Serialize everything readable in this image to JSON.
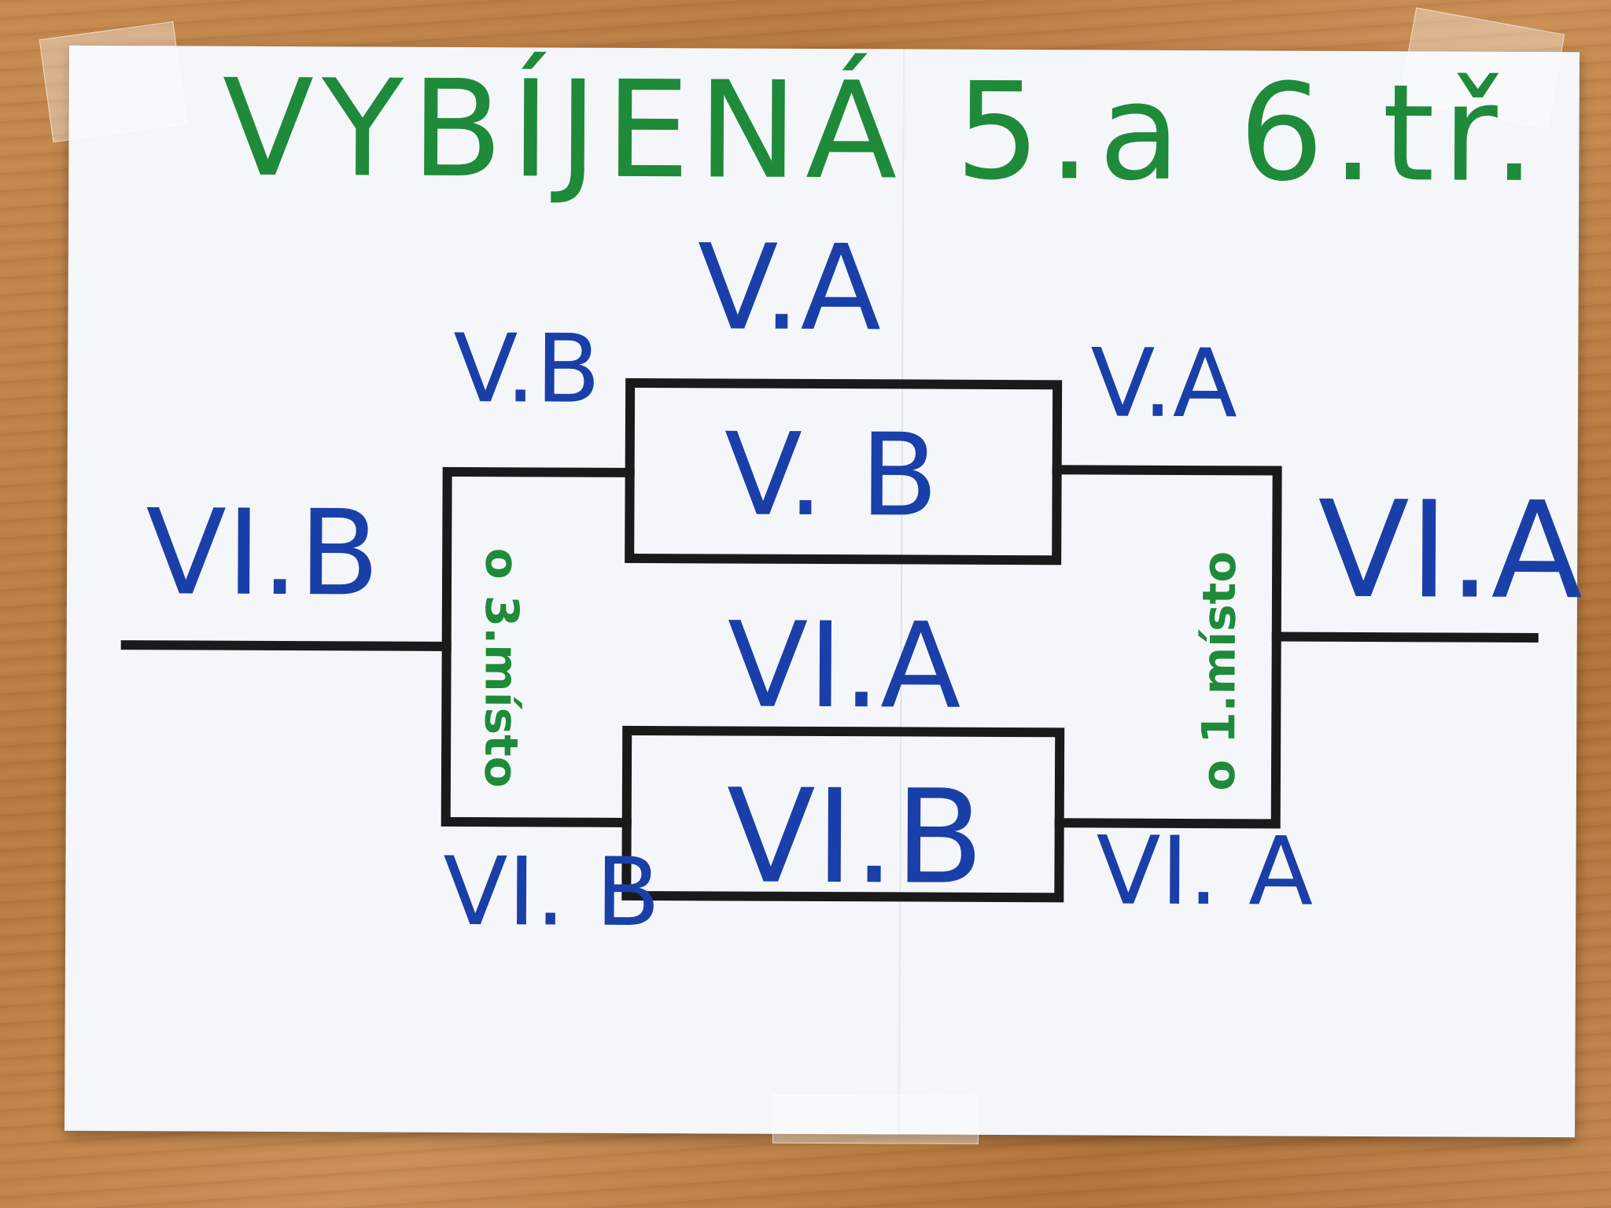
{
  "title": "VYBÍJENÁ 5.a 6.tř.",
  "teams": {
    "left_final": "VI.B",
    "semi1_top": "V.B",
    "semi1_winner": "V.A",
    "semi1_box": "V. B",
    "semi1_right": "V.A",
    "semi2_top": "VI.A",
    "semi2_box": "VI.B",
    "semi2_bottom_left": "VI. B",
    "semi2_bottom_right": "VI. A",
    "right_final": "VI.A"
  },
  "labels": {
    "third_place": "o 3.místo",
    "first_place": "o 1.místo"
  },
  "colors": {
    "title": "#1f8a3a",
    "team": "#1a3fa8",
    "lines": "#1a1a1a"
  }
}
